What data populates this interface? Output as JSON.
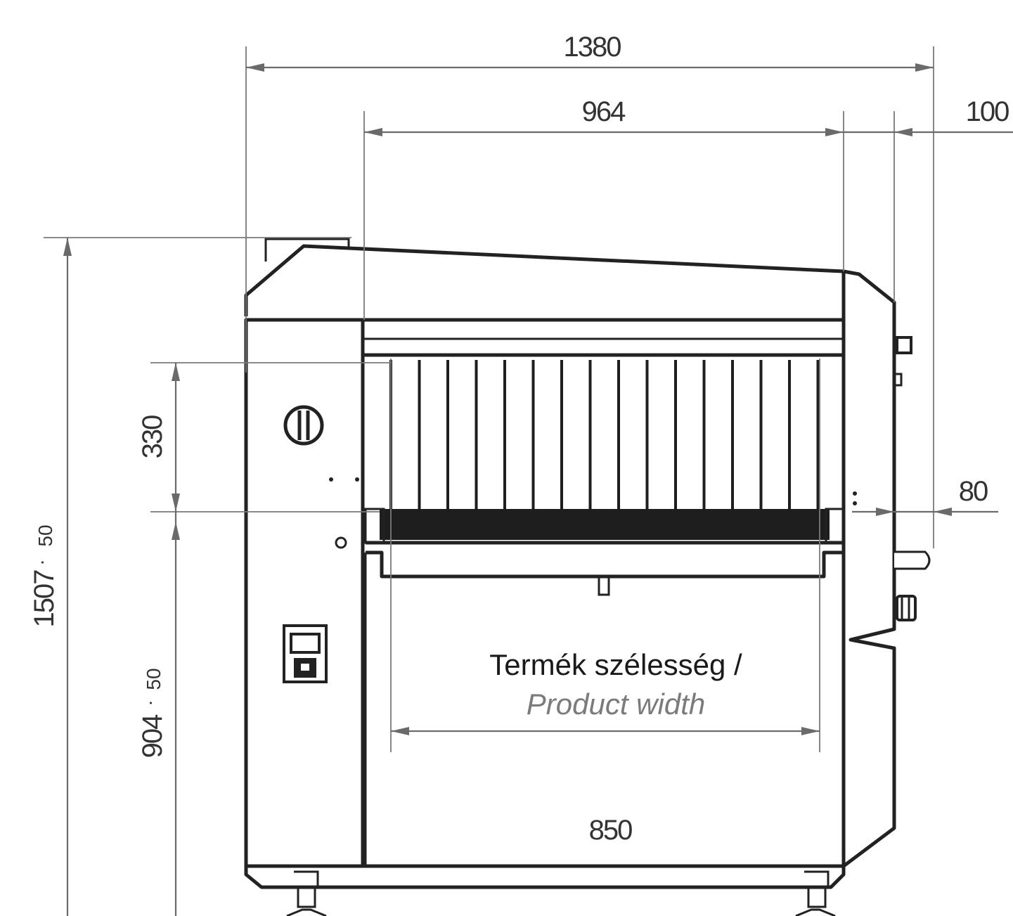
{
  "dimensions": {
    "overall_width": "1380",
    "inner_width": "964",
    "side_offset": "100",
    "front_offset": "80",
    "opening_height": "330",
    "total_height": "1507",
    "total_height_tolerance": "50",
    "work_height": "904",
    "work_height_tolerance": "50",
    "bottom_width": "850"
  },
  "product_width_label": {
    "hungarian": "Termék szélesség /",
    "english": "Product width"
  },
  "colors": {
    "outline": "#222222",
    "dimension_line": "#6a6a6a",
    "background": "#ffffff",
    "secondary_text": "#7b7b7b"
  }
}
